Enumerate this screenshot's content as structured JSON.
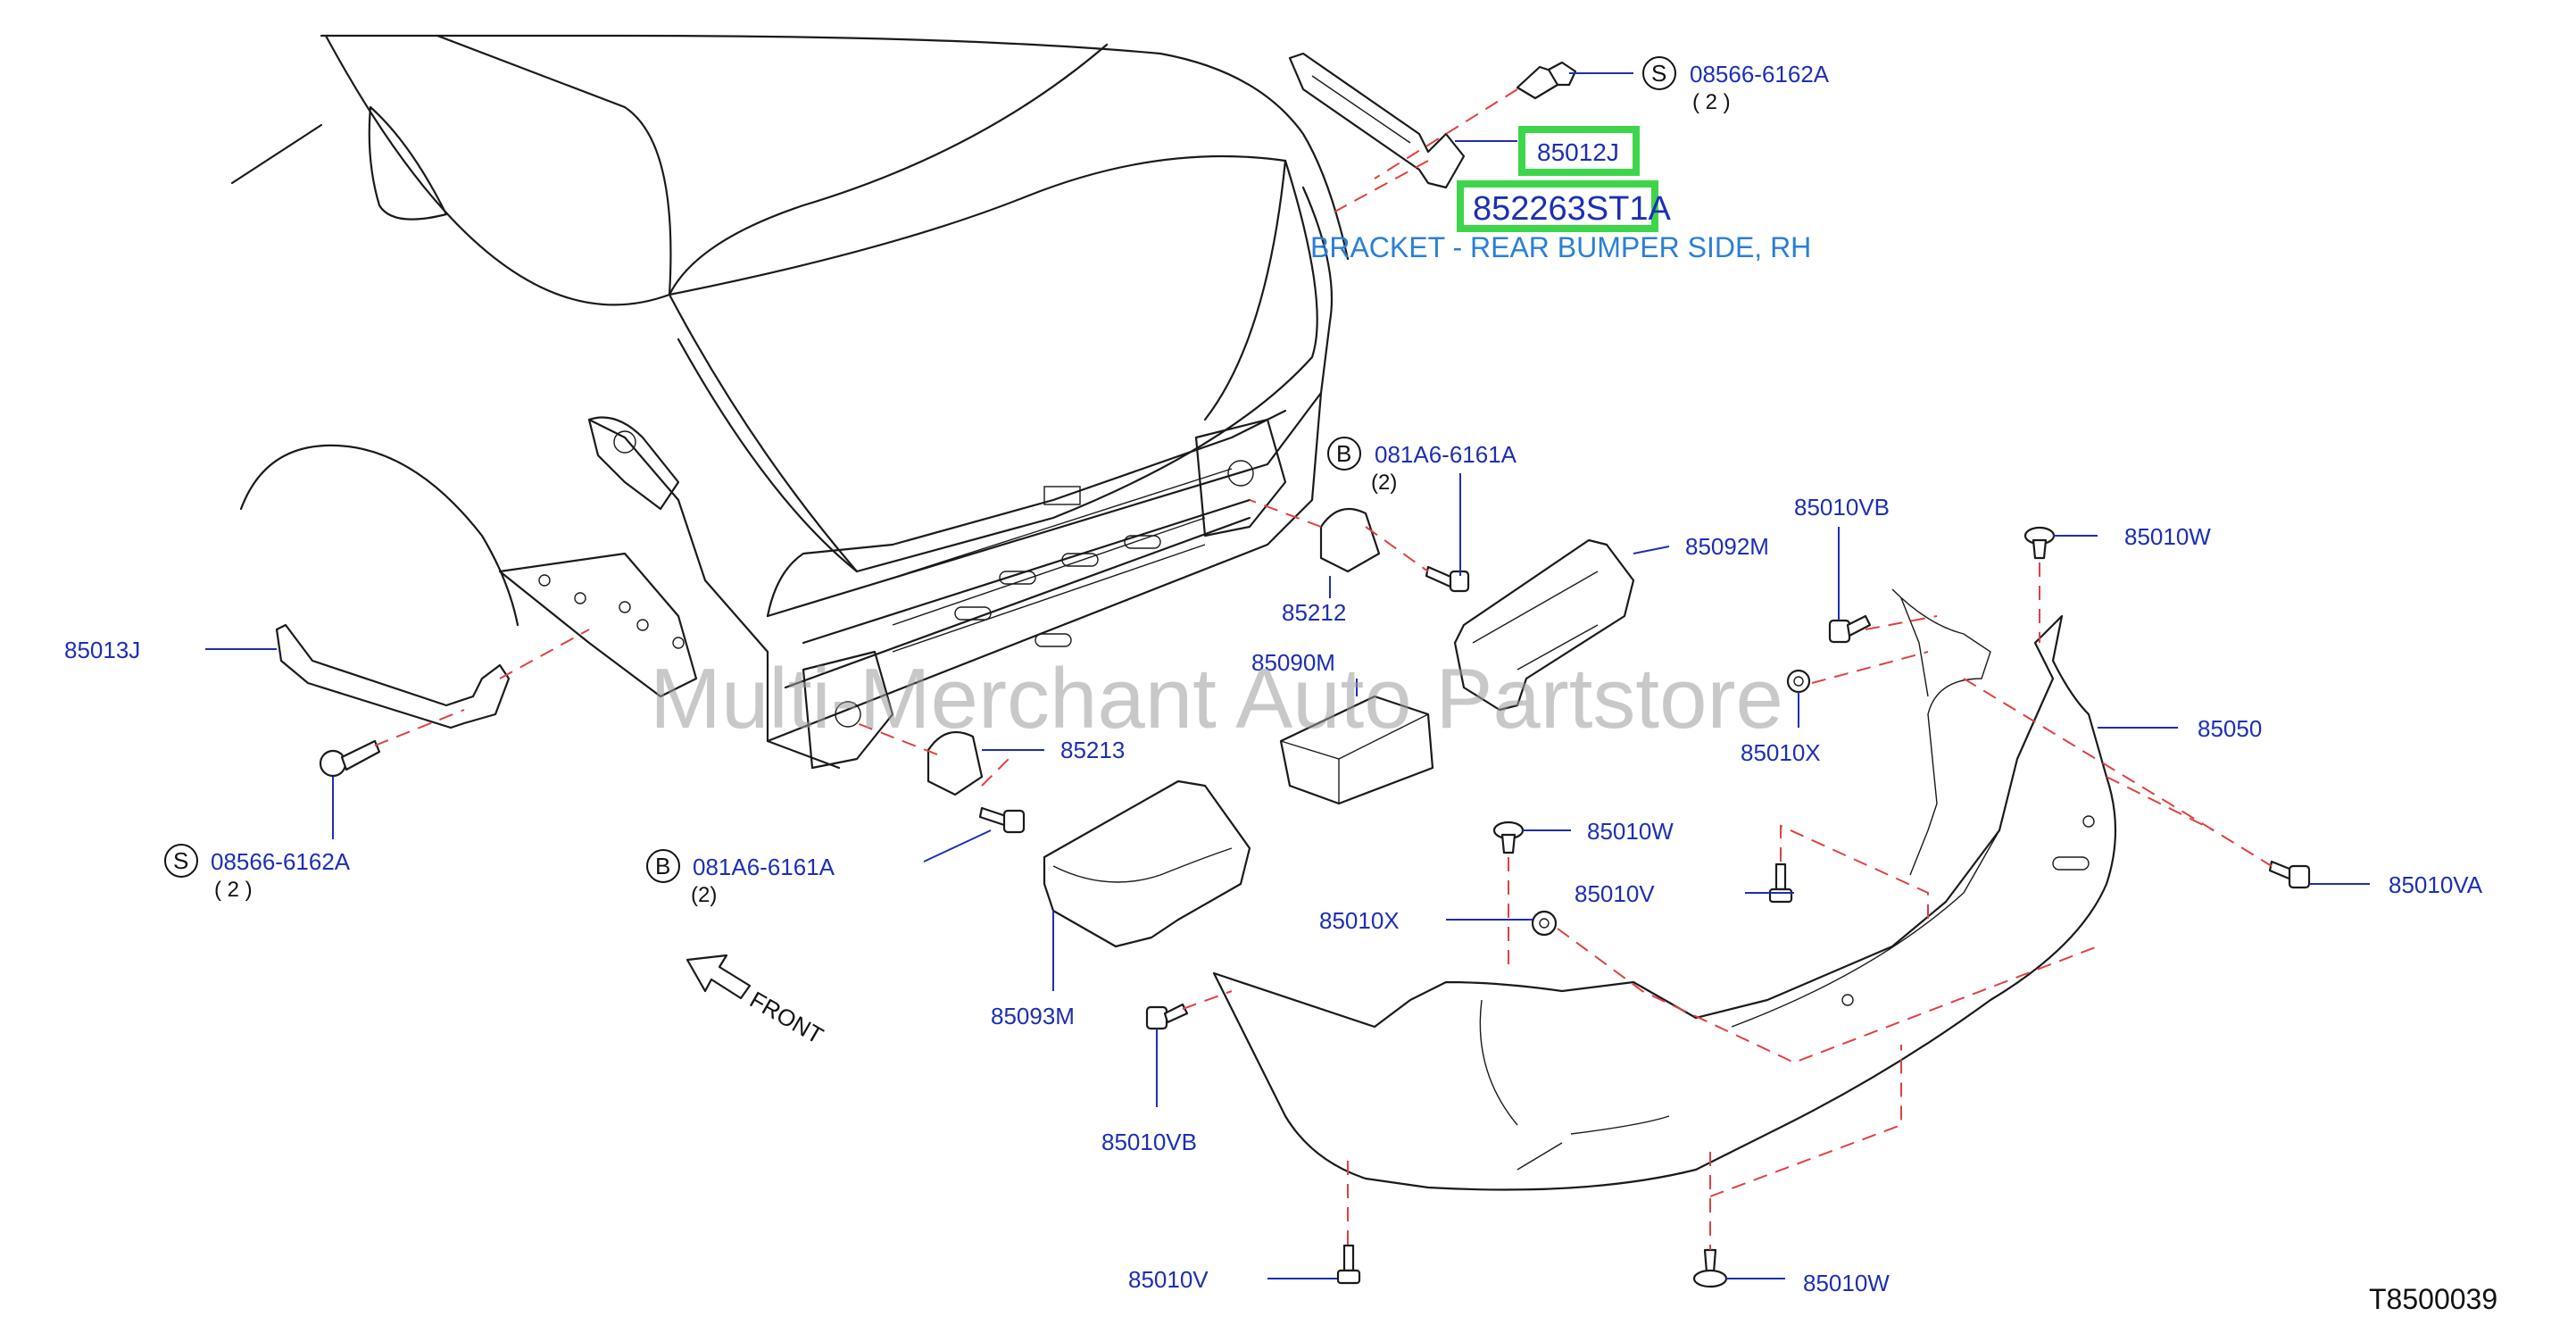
{
  "diagram_code": "T8500039",
  "watermark": "Multi-Merchant Auto Partstore",
  "front_label": "FRONT",
  "highlight": {
    "part_label": "85012J",
    "oem_number": "852263ST1A",
    "description": "BRACKET - REAR BUMPER SIDE, RH",
    "box_color": "#3dd64a"
  },
  "symbols": {
    "s": "S",
    "b": "B"
  },
  "colors": {
    "label": "#1c2fb3",
    "description": "#2a7fd6",
    "dashed_lines": "#e04040",
    "outline": "#1a1a1a"
  },
  "callouts": {
    "screw_top": {
      "symbol": "S",
      "number": "08566-6162A",
      "qty": "( 2 )"
    },
    "screw_left": {
      "symbol": "S",
      "number": "08566-6162A",
      "qty": "( 2 )"
    },
    "bolt_upper": {
      "symbol": "B",
      "number": "081A6-6161A",
      "qty": "(2)"
    },
    "bolt_lower": {
      "symbol": "B",
      "number": "081A6-6161A",
      "qty": "(2)"
    }
  },
  "part_labels": {
    "p85013J": "85013J",
    "p85212": "85212",
    "p85213": "85213",
    "p85092M": "85092M",
    "p85090M": "85090M",
    "p85093M": "85093M",
    "p85010VB_top": "85010VB",
    "p85010W_top": "85010W",
    "p85010X_right": "85010X",
    "p85050": "85050",
    "p85010W_mid": "85010W",
    "p85010V_mid": "85010V",
    "p85010X_mid": "85010X",
    "p85010VA": "85010VA",
    "p85010VB_bottom": "85010VB",
    "p85010V_bottom": "85010V",
    "p85010W_bottom": "85010W"
  }
}
